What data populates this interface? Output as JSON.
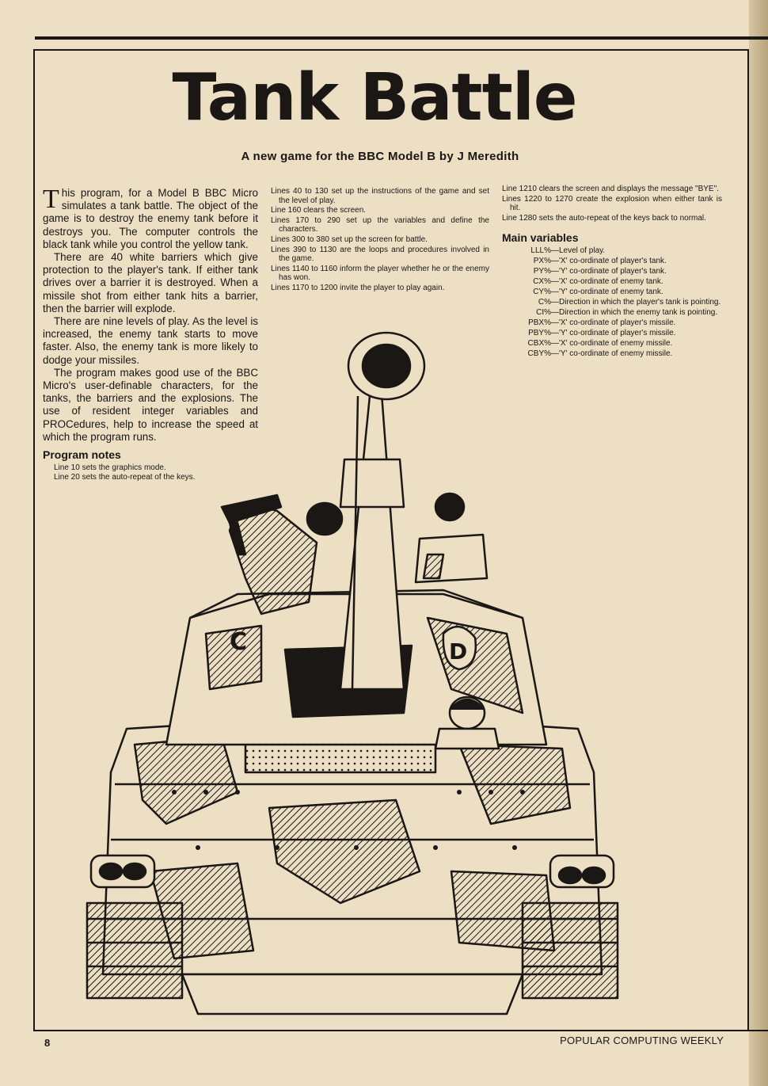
{
  "header": {
    "title": "Tank Battle",
    "subtitle": "A new game for the BBC Model B by J Meredith"
  },
  "intro": {
    "dropcap": "T",
    "p1": "his program, for a Model B BBC Micro simulates a tank battle. The object of the game is to destroy the enemy tank before it destroys you. The computer controls the black tank while you control the yellow tank.",
    "p2": "There are 40 white barriers which give protection to the player's tank. If either tank drives over a barrier it is destroyed. When a missile shot from either tank hits a barrier, then the barrier will explode.",
    "p3": "There are nine levels of play. As the level is increased, the enemy tank starts to move faster. Also, the enemy tank is more likely to dodge your missiles.",
    "p4": "The program makes good use of the BBC Micro's user-definable characters, for the tanks, the barriers and the explosions. The use of resident integer variables and PROCedures, help to increase the speed at which the program runs."
  },
  "program_notes": {
    "heading": "Program notes",
    "lines": [
      "Line 10 sets the graphics mode.",
      "Line 20 sets the auto-repeat of the keys.",
      "Lines 40 to 130 set up the instructions of the game and set the level of play.",
      "Line 160 clears the screen.",
      "Lines 170 to 290 set up the variables and define the characters.",
      "Lines 300 to 380 set up the screen for battle.",
      "Lines 390 to 1130 are the loops and procedures involved in the game.",
      "Lines 1140 to 1160 inform the player whether he or the enemy has won.",
      "Lines 1170 to 1200 invite the player to play again.",
      "Line 1210 clears the screen and displays the message \"BYE\".",
      "Lines 1220 to 1270 create the explosion when either tank is hit.",
      "Line 1280 sets the auto-repeat of the keys back to normal."
    ]
  },
  "main_variables": {
    "heading": "Main variables",
    "items": [
      {
        "name": "LLL%",
        "desc": "—Level of play."
      },
      {
        "name": "PX%",
        "desc": "—'X' co-ordinate of player's tank."
      },
      {
        "name": "PY%",
        "desc": "—'Y' co-ordinate of player's tank."
      },
      {
        "name": "CX%",
        "desc": "—'X' co-ordinate of enemy tank."
      },
      {
        "name": "CY%",
        "desc": "—'Y' co-ordinate of enemy tank."
      },
      {
        "name": "C%",
        "desc": "—Direction in which the player's tank is pointing."
      },
      {
        "name": "CI%",
        "desc": "—Direction in which the enemy tank is pointing."
      },
      {
        "name": "PBX%",
        "desc": "—'X' co-ordinate of player's missile."
      },
      {
        "name": "PBY%",
        "desc": "—'Y' co-ordinate of player's missile."
      },
      {
        "name": "CBX%",
        "desc": "—'X' co-ordinate of enemy missile."
      },
      {
        "name": "CBY%",
        "desc": "—'Y' co-ordinate of enemy missile."
      }
    ]
  },
  "illustration": {
    "turret_letter_left": "C",
    "turret_letter_right": "D"
  },
  "footer": {
    "page_number": "8",
    "magazine": "POPULAR COMPUTING WEEKLY"
  },
  "colors": {
    "paper": "#ecdfc4",
    "ink": "#1a1714"
  }
}
